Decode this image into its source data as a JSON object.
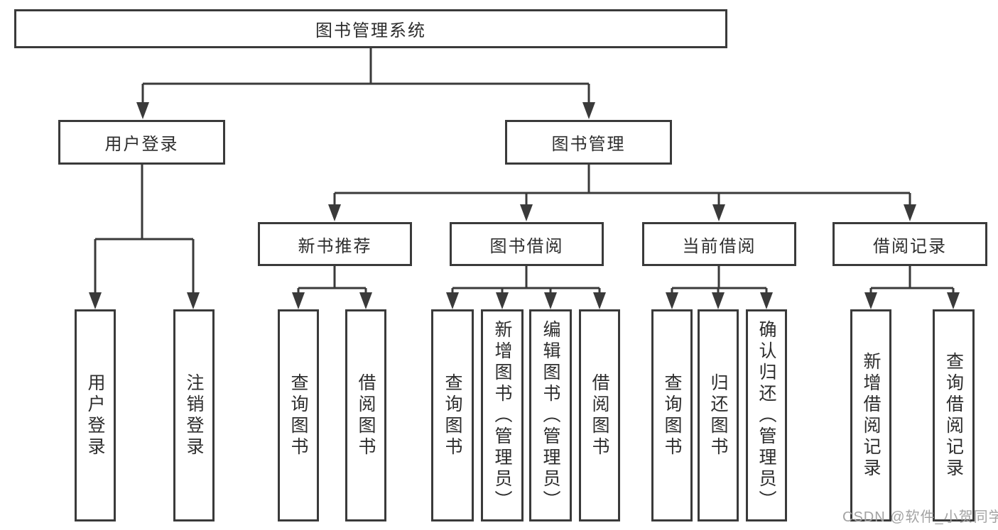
{
  "title": "图书管理系统",
  "nodes": {
    "root": "图书管理系统",
    "user_login": "用户登录",
    "book_mgmt": "图书管理",
    "new_book_rec": "新书推荐",
    "book_borrow": "图书借阅",
    "current_borrow": "当前借阅",
    "borrow_records": "借阅记录",
    "leaf_user_login": "用户登录",
    "leaf_logout": "注销登录",
    "nb_query_books": "查询图书",
    "nb_borrow_books": "借阅图书",
    "bb_query_books": "查询图书",
    "bb_add_books": "新增图书（管理员）",
    "bb_edit_books": "编辑图书（管理员）",
    "bb_borrow_books": "借阅图书",
    "cb_query_books": "查询图书",
    "cb_return_books": "归还图书",
    "cb_confirm_return": "确认归还（管理员）",
    "br_add_record": "新增借阅记录",
    "br_query_record": "查询借阅记录"
  },
  "hierarchy": {
    "图书管理系统": {
      "用户登录": [
        "用户登录",
        "注销登录"
      ],
      "图书管理": {
        "新书推荐": [
          "查询图书",
          "借阅图书"
        ],
        "图书借阅": [
          "查询图书",
          "新增图书（管理员）",
          "编辑图书（管理员）",
          "借阅图书"
        ],
        "当前借阅": [
          "查询图书",
          "归还图书",
          "确认归还（管理员）"
        ],
        "借阅记录": [
          "新增借阅记录",
          "查询借阅记录"
        ]
      }
    }
  },
  "watermark": "CSDN @软件_小贺同学",
  "colors": {
    "line": "#3a3a3a",
    "box_border": "#3a3a3a",
    "box_fill": "#ffffff",
    "text": "#2d2d2d",
    "watermark": "#a3a3a3",
    "background": "#ffffff"
  }
}
